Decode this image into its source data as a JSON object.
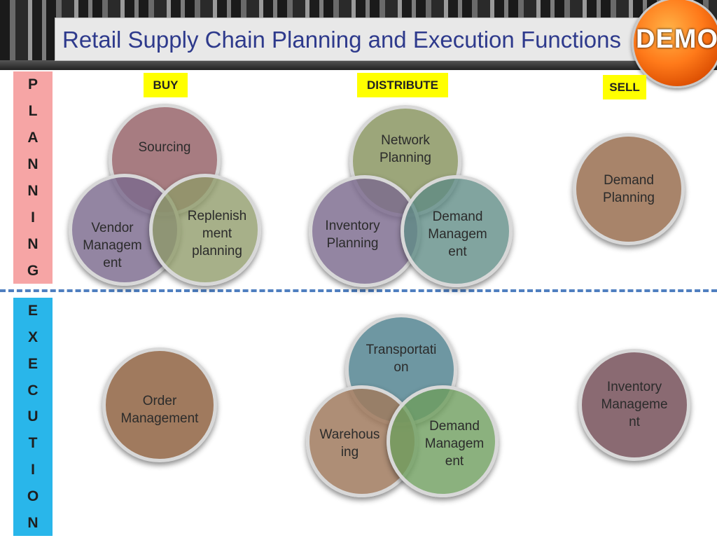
{
  "header": {
    "title": "Retail Supply Chain Planning and Execution Functions",
    "badge": "DEMO"
  },
  "sidebars": {
    "planning": [
      "P",
      "L",
      "A",
      "N",
      "N",
      "I",
      "N",
      "G"
    ],
    "execution": [
      "E",
      "X",
      "E",
      "C",
      "U",
      "T",
      "I",
      "O",
      "N"
    ]
  },
  "columns": {
    "buy": "BUY",
    "distribute": "DISTRIBUTE",
    "sell": "SELL"
  },
  "circles": {
    "sourcing": "Sourcing",
    "vendor_management": "Vendor\nManagem\nent",
    "replenishment_planning": "Replenish\nment\nplanning",
    "network_planning": "Network\nPlanning",
    "inventory_planning": "Inventory\nPlanning",
    "demand_management_planning": "Demand\nManagem\nent",
    "demand_planning": "Demand\nPlanning",
    "order_management": "Order\nManagement",
    "transportation": "Transportati\non",
    "warehousing": "Warehous\ning",
    "demand_management_execution": "Demand\nManagem\nent",
    "inventory_management": "Inventory\nManageme\nnt"
  },
  "colors": {
    "sourcing": "#9b6a6f",
    "vendor": "#7b6a8e",
    "replenishment": "#8e9a68",
    "network": "#8e9a68",
    "inventory_planning": "#7b6a8e",
    "demand_mgmt_plan": "#5e8a84",
    "demand_planning": "#a8846a",
    "order": "#a07a5e",
    "transportation": "#5e8c98",
    "warehousing": "#a07a5e",
    "demand_mgmt_exec": "#6e9e5e",
    "inventory_mgmt": "#8a6a72",
    "planning_bar": "#f6a5a5",
    "execution_bar": "#29b6ea",
    "label_yellow": "#ffff00"
  }
}
